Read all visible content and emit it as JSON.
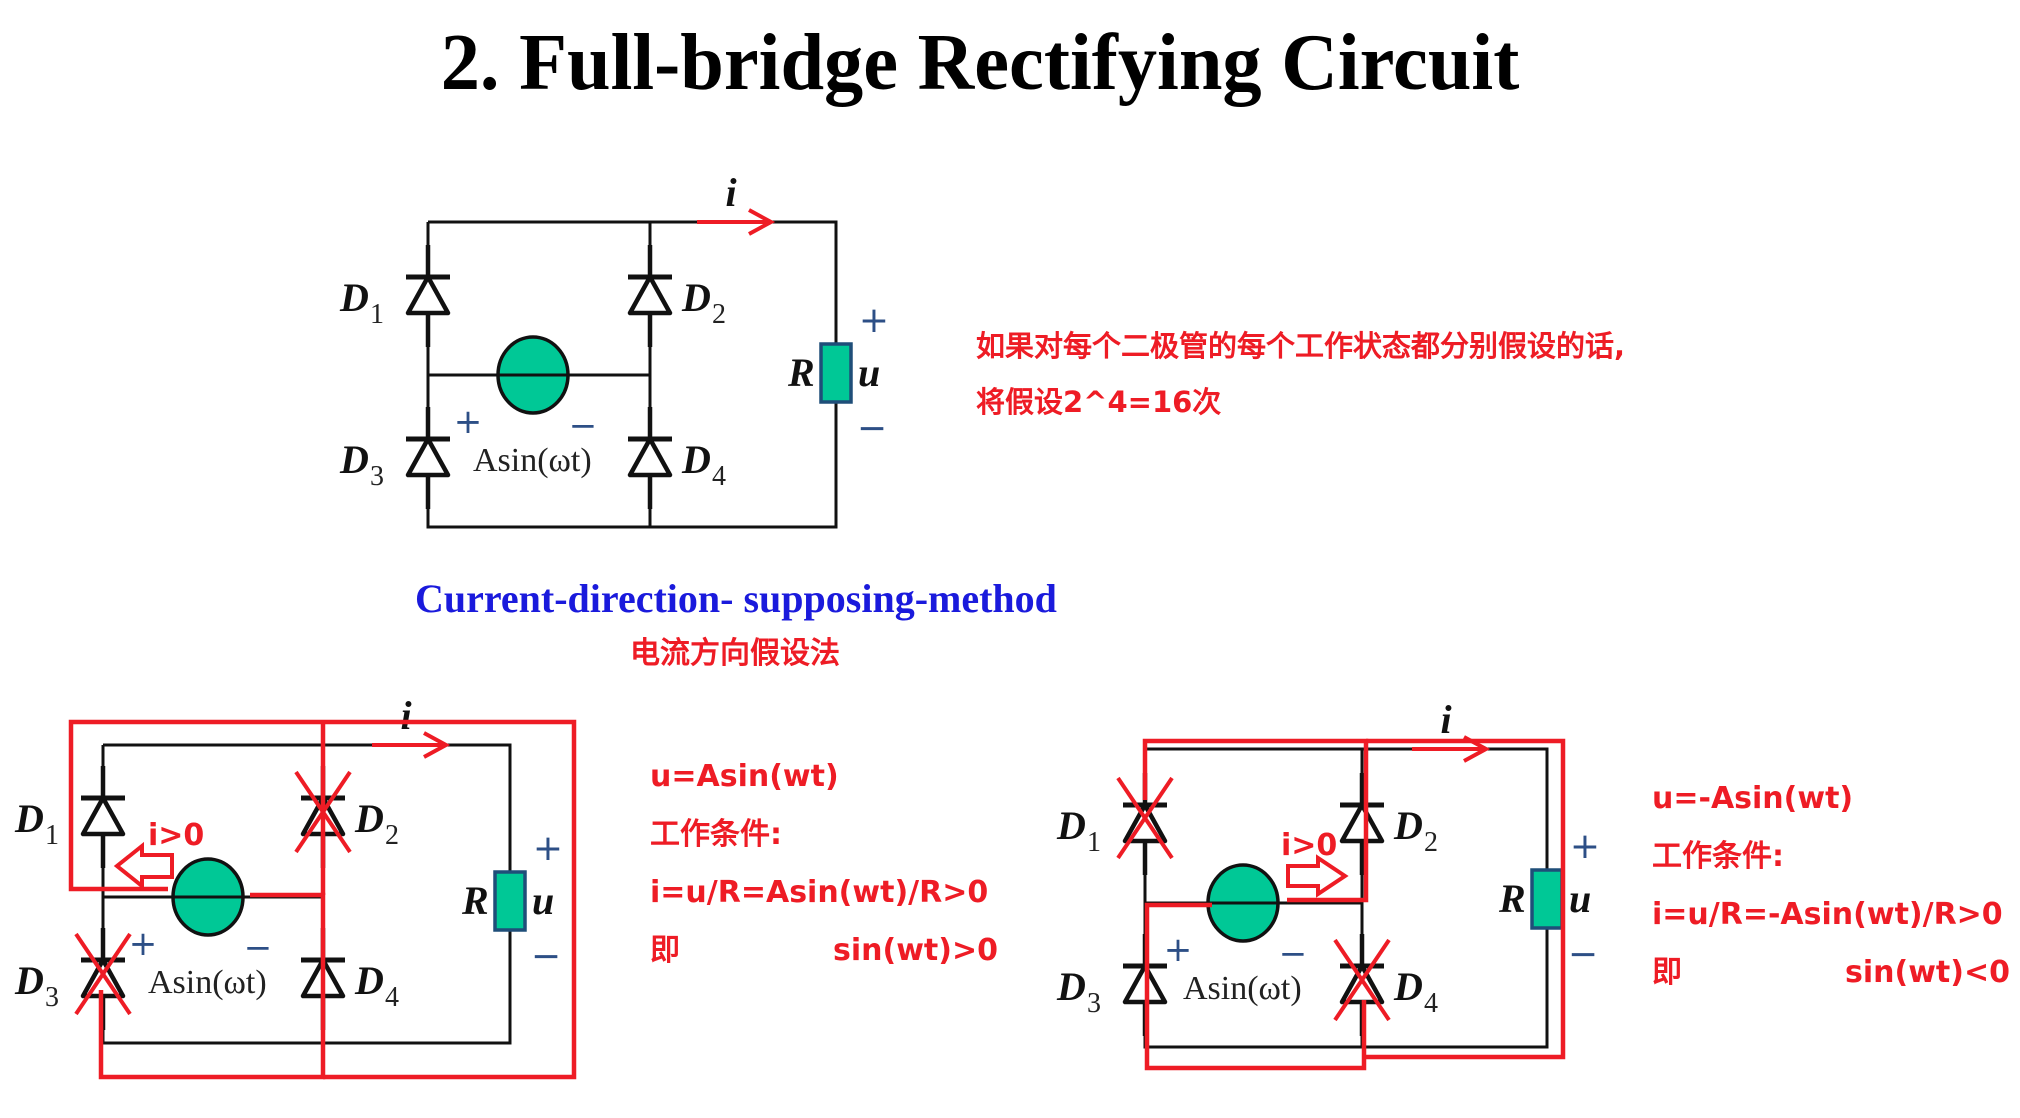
{
  "title": "2. Full-bridge Rectifying Circuit",
  "note": {
    "line1": "如果对每个二极管的每个工作状态都分别假设的话,",
    "line2": "将假设2^4=16次"
  },
  "method": {
    "english": "Current-direction- supposing-method",
    "chinese": "电流方向假设法"
  },
  "colors": {
    "wire": "#111111",
    "component_fill": "#00c896",
    "resistor_border": "#1f4e79",
    "polarity_sign": "#2d4f86",
    "annotation_red": "#ee1c25",
    "method_blue": "#1a1adc"
  },
  "circuit_labels": {
    "diodes": [
      "D",
      "D",
      "D",
      "D"
    ],
    "diode_subscripts": [
      "1",
      "2",
      "3",
      "4"
    ],
    "resistor": "R",
    "voltage": "u",
    "current": "i",
    "source": "Asin(ωt)",
    "source_plus": "+",
    "source_minus": "−",
    "voltage_plus": "+",
    "voltage_minus": "−"
  },
  "circuits": [
    {
      "id": "reference",
      "crossed_diodes": [],
      "current_condition": "",
      "arrow_direction": "none"
    },
    {
      "id": "positive-half",
      "crossed_diodes": [
        "D2",
        "D3"
      ],
      "current_condition": "i>0",
      "arrow_direction": "left"
    },
    {
      "id": "negative-half",
      "crossed_diodes": [
        "D1",
        "D4"
      ],
      "current_condition": "i>0",
      "arrow_direction": "right"
    }
  ],
  "conditions_left": {
    "eq1": "u=Asin(wt)",
    "heading": "工作条件:",
    "eq2": "i=u/R=Asin(wt)/R>0",
    "ji": "即",
    "result": "sin(wt)>0"
  },
  "conditions_right": {
    "eq1": "u=-Asin(wt)",
    "heading": "工作条件:",
    "eq2": "i=u/R=-Asin(wt)/R>0",
    "ji": "即",
    "result": "sin(wt)<0"
  }
}
